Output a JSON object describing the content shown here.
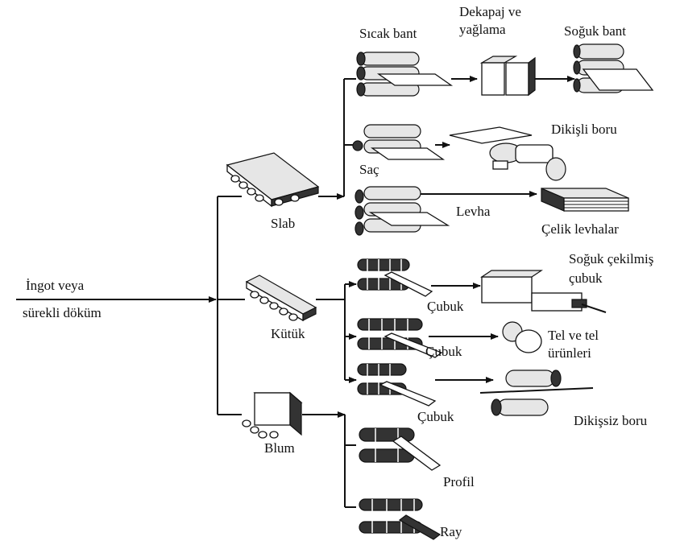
{
  "diagram": {
    "input_line1": "İngot veya",
    "input_line2": "sürekli döküm",
    "nodes": {
      "slab": "Slab",
      "kutuk": "Kütük",
      "blum": "Blum",
      "sicak_bant": "Sıcak bant",
      "dekapaj_line1": "Dekapaj ve",
      "dekapaj_line2": "yağlama",
      "soguk_bant": "Soğuk bant",
      "dikisli_boru": "Dikişli boru",
      "sac": "Saç",
      "levha": "Levha",
      "celik_levhalar": "Çelik levhalar",
      "soguk_cekilmis_line1": "Soğuk çekilmiş",
      "soguk_cekilmis_line2": "çubuk",
      "cubuk_1": "Çubuk",
      "cubuk_2": "Çubuk",
      "cubuk_3": "Çubuk",
      "tel_line1": "Tel ve tel",
      "tel_line2": "ürünleri",
      "dikissiz_boru": "Dikişsiz boru",
      "profil": "Profil",
      "ray": "Ray"
    }
  }
}
